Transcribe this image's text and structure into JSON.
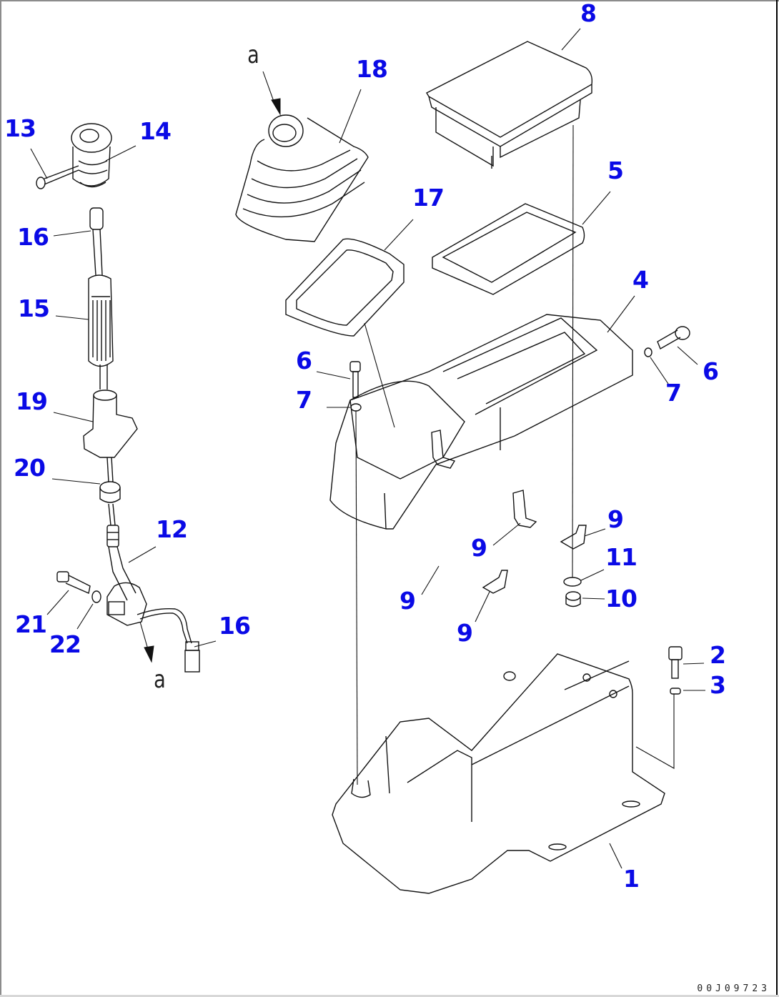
{
  "diagram": {
    "type": "exploded parts view",
    "callout_color": "#0a0ae6",
    "line_color": "#111111",
    "drawing_number": "00J09723",
    "view_marker": "a",
    "callouts": [
      {
        "id": "c1",
        "label": "1"
      },
      {
        "id": "c2",
        "label": "2"
      },
      {
        "id": "c3",
        "label": "3"
      },
      {
        "id": "c4",
        "label": "4"
      },
      {
        "id": "c5",
        "label": "5"
      },
      {
        "id": "c6a",
        "label": "6"
      },
      {
        "id": "c6b",
        "label": "6"
      },
      {
        "id": "c7a",
        "label": "7"
      },
      {
        "id": "c7b",
        "label": "7"
      },
      {
        "id": "c8",
        "label": "8"
      },
      {
        "id": "c9a",
        "label": "9"
      },
      {
        "id": "c9b",
        "label": "9"
      },
      {
        "id": "c9c",
        "label": "9"
      },
      {
        "id": "c9d",
        "label": "9"
      },
      {
        "id": "c10",
        "label": "10"
      },
      {
        "id": "c11",
        "label": "11"
      },
      {
        "id": "c12",
        "label": "12"
      },
      {
        "id": "c13",
        "label": "13"
      },
      {
        "id": "c14",
        "label": "14"
      },
      {
        "id": "c15",
        "label": "15"
      },
      {
        "id": "c16a",
        "label": "16"
      },
      {
        "id": "c16b",
        "label": "16"
      },
      {
        "id": "c17",
        "label": "17"
      },
      {
        "id": "c18",
        "label": "18"
      },
      {
        "id": "c19",
        "label": "19"
      },
      {
        "id": "c20",
        "label": "20"
      },
      {
        "id": "c21",
        "label": "21"
      },
      {
        "id": "c22",
        "label": "22"
      }
    ]
  }
}
